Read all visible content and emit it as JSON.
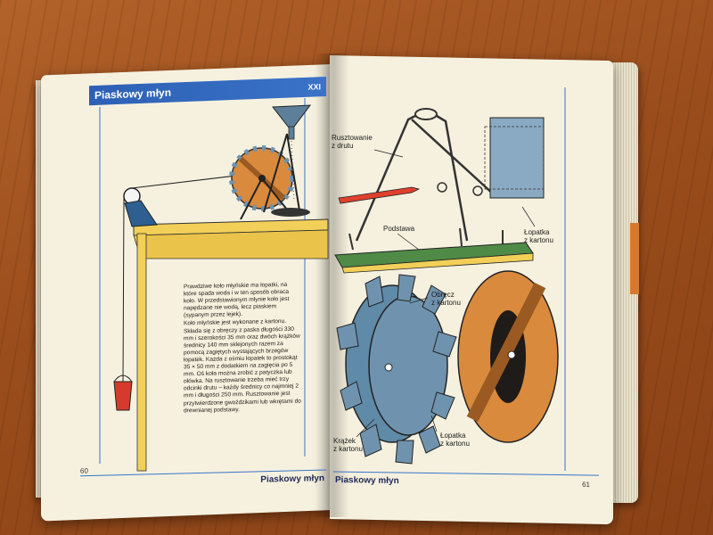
{
  "book": {
    "left_page": {
      "title": "Piaskowy młyn",
      "chapter": "XXI",
      "page_number": "60",
      "footer_title": "Piaskowy młyn",
      "paragraphs": [
        "Prawdziwe koło młyńskie ma łopatki, na które spada woda i w ten sposób obraca koło. W przedstawionym młynie koło jest napędzane nie wodą, lecz piaskiem (sypanym przez lejek).",
        "Koło młyńskie jest wykonane z kartonu. Składa się z obręczy z paska długości 330 mm i szerokości 35 mm oraz dwóch krążków średnicy 140 mm sklejonych razem za pomocą zagiętych wystających brzegów łopatek. Każda z ośmiu łopatek to prostokąt 35 × 50 mm z dodatkiem na zagięcia po 5 mm. Oś koła można zrobić z patyczka lub ołówka. Na rusztowanie trzeba mieć trzy odcinki drutu – każdy średnicy co najmniej 2 mm i długości 250 mm. Rusztowanie jest przytwierdzone gwoździkami lub wkrętami do drewnianej podstawy."
      ]
    },
    "right_page": {
      "page_number": "61",
      "footer_title": "Piaskowy młyn",
      "labels": {
        "wire_frame": "Rusztowanie\nz drutu",
        "base": "Podstawa",
        "paddle_card_top": "Łopatka\nz kartonu",
        "rim": "Obręcz\nz kartonu",
        "disc": "Krążek\nz kartonu",
        "paddle_card_bottom": "Łopatka\nz kartonu"
      }
    },
    "colors": {
      "title_bar": "#2d60b4",
      "wheel_wood": "#d98a3c",
      "wheel_blue": "#6f93ae",
      "table_yellow": "#f2cf58",
      "base_green": "#4f8a47",
      "bucket_red": "#d63a2c",
      "pencil_red": "#e0402e"
    }
  }
}
